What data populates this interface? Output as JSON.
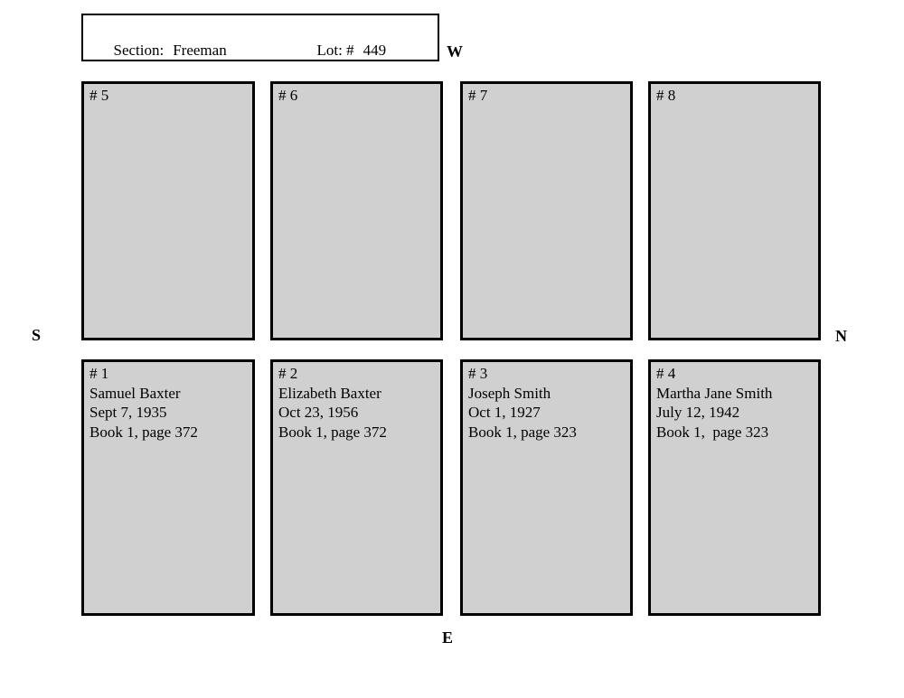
{
  "header": {
    "section_label": "Section:",
    "section_value": "Freeman",
    "lot_label": "Lot: #",
    "lot_value": "449"
  },
  "compass": {
    "west": "W",
    "south": "S",
    "north": "N",
    "east": "E"
  },
  "plots": {
    "top_row": [
      {
        "number": "# 5"
      },
      {
        "number": "# 6"
      },
      {
        "number": "# 7"
      },
      {
        "number": "# 8"
      }
    ],
    "bottom_row": [
      {
        "number": "# 1",
        "name": "Samuel Baxter",
        "date": "Sept 7, 1935",
        "record": "Book 1, page 372"
      },
      {
        "number": "# 2",
        "name": "Elizabeth Baxter",
        "date": "Oct 23, 1956",
        "record": "Book 1, page 372"
      },
      {
        "number": "# 3",
        "name": "Joseph Smith",
        "date": "Oct 1, 1927",
        "record": "Book 1, page 323"
      },
      {
        "number": "# 4",
        "name": "Martha Jane Smith",
        "date": "July 12, 1942",
        "record": "Book 1,  page 323"
      }
    ]
  },
  "colors": {
    "plot_fill": "#d0d0d0",
    "border": "#000000",
    "background": "#ffffff"
  }
}
